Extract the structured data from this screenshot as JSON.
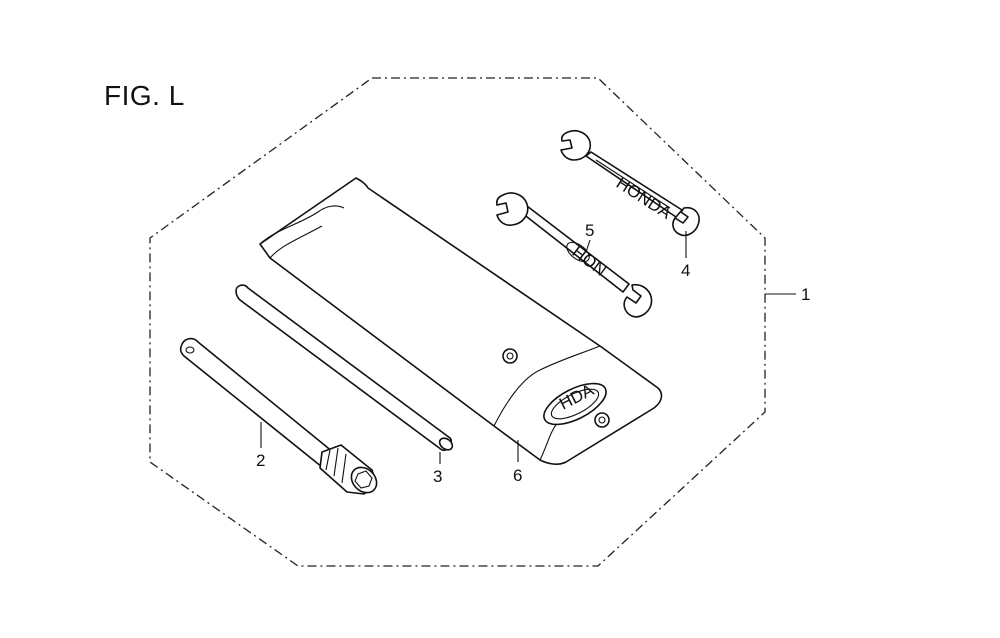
{
  "figure": {
    "title": "FIG. L"
  },
  "callouts": {
    "c1": "1",
    "c2": "2",
    "c3": "3",
    "c4": "4",
    "c5": "5",
    "c6": "6"
  }
}
